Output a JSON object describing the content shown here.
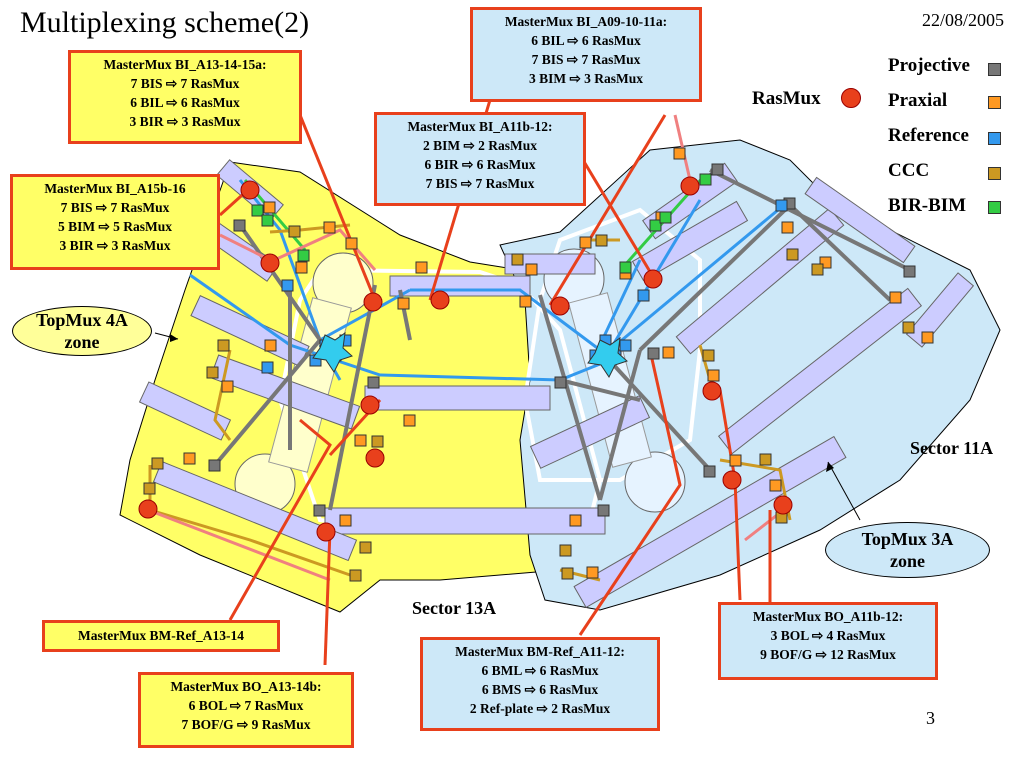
{
  "title": "Multiplexing scheme(2)",
  "date": "22/08/2005",
  "page_number": "3",
  "legend": {
    "rasmux_label": "RasMux",
    "items": [
      {
        "label": "Projective",
        "color": "#777777"
      },
      {
        "label": "Praxial",
        "color": "#ff9922"
      },
      {
        "label": "Reference",
        "color": "#3399ee"
      },
      {
        "label": "CCC",
        "color": "#cc9922"
      },
      {
        "label": "BIR-BIM",
        "color": "#33cc44"
      }
    ]
  },
  "sectors": {
    "s13": "Sector 13A",
    "s11": "Sector 11A"
  },
  "topmux": {
    "t4a": [
      "TopMux 4A",
      "zone"
    ],
    "t3a": [
      "TopMux 3A",
      "zone"
    ]
  },
  "boxes": {
    "bi_a13": {
      "head": "MasterMux BI_A13-14-15a:",
      "lines": [
        "7 BIS ⇨ 7 RasMux",
        "6 BIL ⇨ 6 RasMux",
        "3 BIR ⇨ 3 RasMux"
      ]
    },
    "bi_a15b": {
      "head": "MasterMux BI_A15b-16",
      "lines": [
        "7 BIS ⇨ 7 RasMux",
        "5 BIM ⇨ 5 RasMux",
        "3 BIR ⇨ 3 RasMux"
      ]
    },
    "bi_a09": {
      "head": "MasterMux BI_A09-10-11a:",
      "lines": [
        "6 BIL ⇨ 6 RasMux",
        "7 BIS ⇨ 7 RasMux",
        "3 BIM ⇨ 3 RasMux"
      ]
    },
    "bi_a11b": {
      "head": "MasterMux BI_A11b-12:",
      "lines": [
        "2 BIM ⇨ 2 RasMux",
        "6 BIR ⇨ 6 RasMux",
        "7 BIS ⇨ 7 RasMux"
      ]
    },
    "bm_ref_a13": {
      "head": "MasterMux BM-Ref_A13-14",
      "lines": []
    },
    "bo_a13": {
      "head": "MasterMux BO_A13-14b:",
      "lines": [
        "6 BOL ⇨ 7 RasMux",
        "7 BOF/G ⇨ 9 RasMux"
      ]
    },
    "bm_ref_a11": {
      "head": "MasterMux BM-Ref_A11-12:",
      "lines": [
        "6 BML ⇨ 6 RasMux",
        "6 BMS ⇨ 6 RasMux",
        "2 Ref-plate ⇨ 2 RasMux"
      ]
    },
    "bo_a11b": {
      "head": "MasterMux BO_A11b-12:",
      "lines": [
        "3 BOL ⇨ 4 RasMux",
        "9 BOF/G ⇨ 12 RasMux"
      ]
    }
  }
}
